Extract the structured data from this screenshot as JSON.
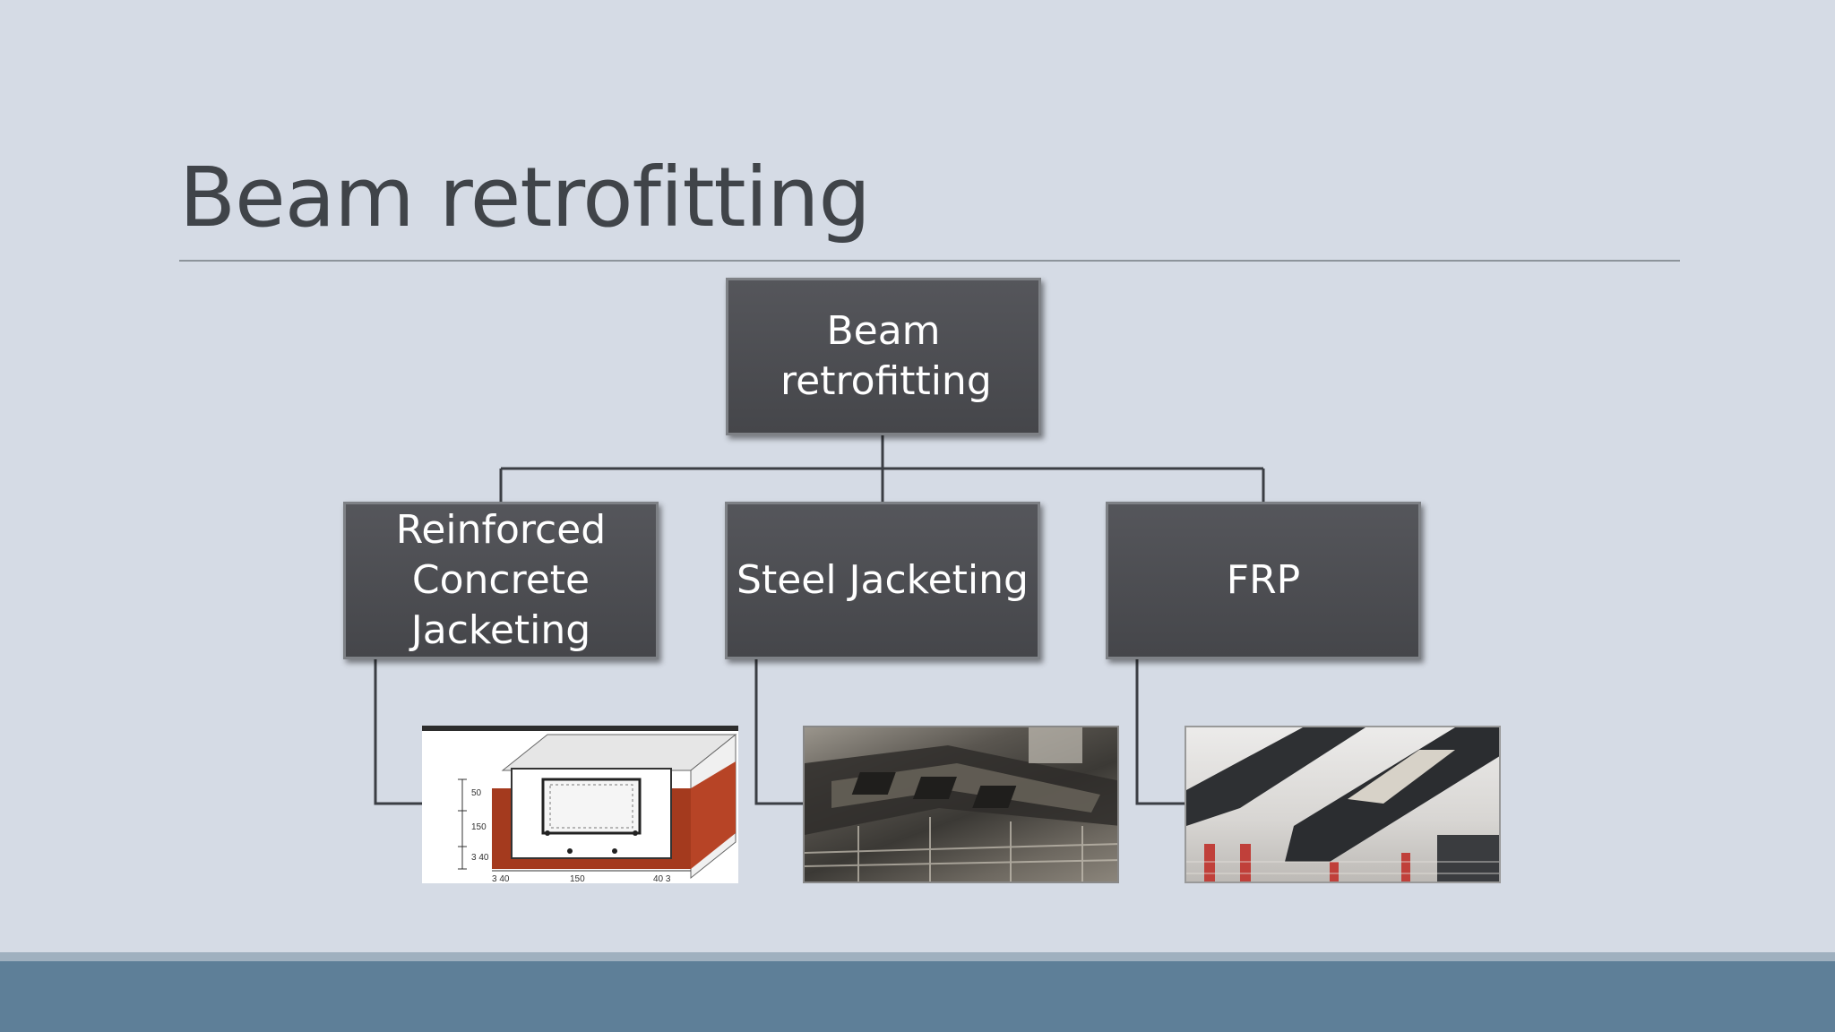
{
  "slide": {
    "title": "Beam retrofitting"
  },
  "diagram": {
    "root": {
      "label": "Beam retrofitting"
    },
    "children": [
      {
        "label": "Reinforced Concrete Jacketing",
        "image": "rc-jacketing-section-drawing"
      },
      {
        "label": "Steel Jacketing",
        "image": "steel-jacketing-photo"
      },
      {
        "label": "FRP",
        "image": "frp-wrapped-beam-photo"
      }
    ],
    "colors": {
      "node_fill": "#4a4b4f",
      "node_border": "#7e8186",
      "node_text": "#ffffff",
      "connector": "#3b3e44",
      "background": "#d5dbe5",
      "footer": "#5e7f98"
    }
  }
}
